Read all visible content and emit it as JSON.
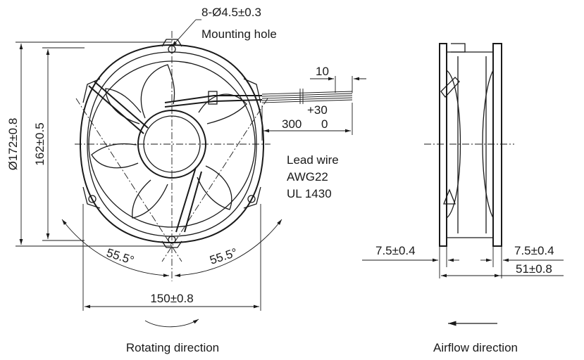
{
  "front_view": {
    "mounting_hole_spec": "8-Ø4.5±0.3",
    "mounting_hole_label": "Mounting hole",
    "outer_diameter": "Ø172±0.8",
    "flat_to_flat": "162±0.5",
    "angle_left": "55.5°",
    "angle_right": "55.5°",
    "hole_spacing": "150±0.8",
    "wire_strip_length": "10",
    "wire_length_tolerance": "+30",
    "wire_length_tolerance_lower": "0",
    "wire_length": "300",
    "lead_wire_label": "Lead wire",
    "wire_gauge": "AWG22",
    "wire_standard": "UL 1430",
    "caption": "Rotating direction"
  },
  "side_view": {
    "flange_left": "7.5±0.4",
    "flange_right": "7.5±0.4",
    "depth": "51±0.8",
    "caption": "Airflow direction"
  }
}
